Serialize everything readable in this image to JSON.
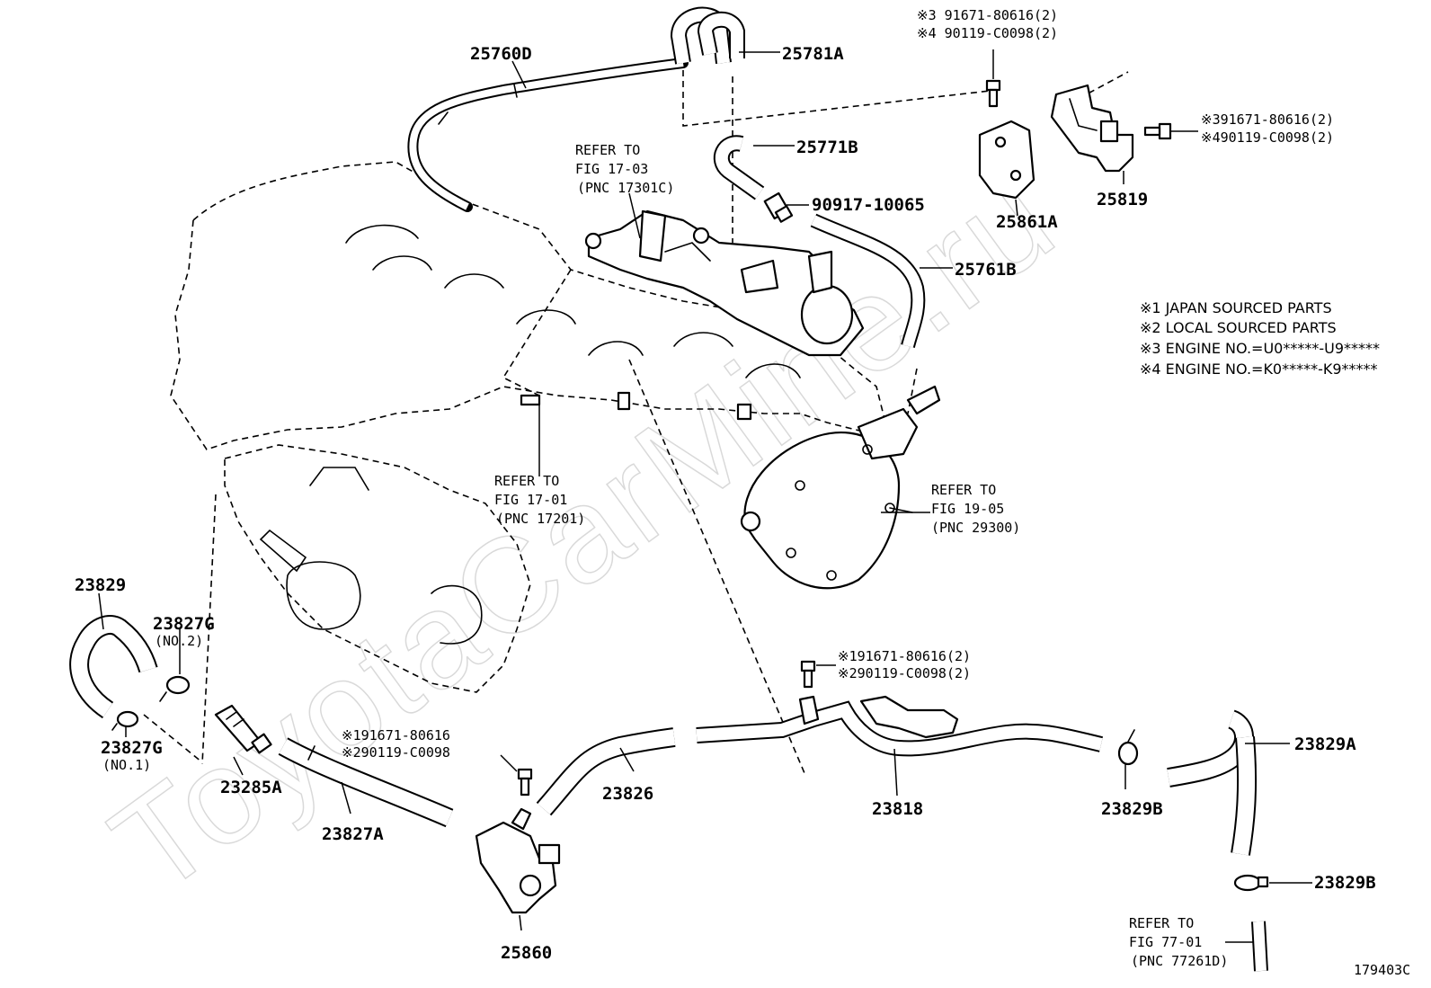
{
  "watermark": "ToyotaCarMine.ru",
  "figure_id": "179403C",
  "part_labels": {
    "p25760D": "25760D",
    "p25781A": "25781A",
    "p25771B": "25771B",
    "p90917": "90917-10065",
    "p25761B": "25761B",
    "p25861A": "25861A",
    "p25819": "25819",
    "p23829": "23829",
    "p23827G_no2": "23827G",
    "p23827G_no2_sub": "(NO.2)",
    "p23827G_no1": "23827G",
    "p23827G_no1_sub": "(NO.1)",
    "p23285A": "23285A",
    "p23827A": "23827A",
    "p25860": "25860",
    "p23826": "23826",
    "p23818": "23818",
    "p23829B_upper": "23829B",
    "p23829A": "23829A",
    "p23829B_lower": "23829B"
  },
  "bolt_callouts": {
    "top_a1": "※3 91671-80616(2)",
    "top_a2": "※4 90119-C0098(2)",
    "right_b1": "※391671-80616(2)",
    "right_b2": "※490119-C0098(2)",
    "mid_c1": "※191671-80616(2)",
    "mid_c2": "※290119-C0098(2)",
    "low_d1": "※191671-80616",
    "low_d2": "※290119-C0098"
  },
  "references": [
    {
      "line1": "REFER TO",
      "line2": "FIG 17-03",
      "pnc": "(PNC 17301C)"
    },
    {
      "line1": "REFER TO",
      "line2": "FIG 17-01",
      "pnc": "(PNC 17201)"
    },
    {
      "line1": "REFER TO",
      "line2": "FIG 19-05",
      "pnc": "(PNC 29300)"
    },
    {
      "line1": "REFER TO",
      "line2": "FIG 77-01",
      "pnc": "(PNC 77261D)"
    }
  ],
  "legend": [
    "※1 JAPAN SOURCED PARTS",
    "※2 LOCAL SOURCED PARTS",
    "※3 ENGINE NO.=U0*****-U9*****",
    "※4 ENGINE NO.=K0*****-K9*****"
  ]
}
